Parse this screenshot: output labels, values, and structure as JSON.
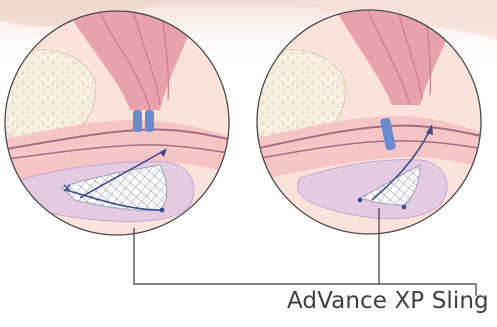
{
  "caption": "AdVance XP Sling",
  "colors": {
    "background": "#ffffff",
    "body_top": "#f6e6de",
    "tissue_pink": "#f4c5c4",
    "rectum_pink": "#e7a2ad",
    "rectum_dark": "#d58593",
    "bone": "#f6efe0",
    "bone_dot": "#e7dcc6",
    "bladder_lilac": "#e4cbe2",
    "bladder_edge": "#c9a6cd",
    "canal_line": "#a66d84",
    "mesh_white": "#ffffff",
    "mesh_line": "#3e4c8a",
    "blue_band": "#6c8ad0",
    "circle_outline": "#4a4a4a",
    "leader_line": "#3a3a3a",
    "caption_text": "#3f3f3f"
  },
  "icons": {
    "left_detail": "pre-placement-sling-magnified-view",
    "right_detail": "post-tension-sling-magnified-view",
    "connector": "leader-line"
  }
}
